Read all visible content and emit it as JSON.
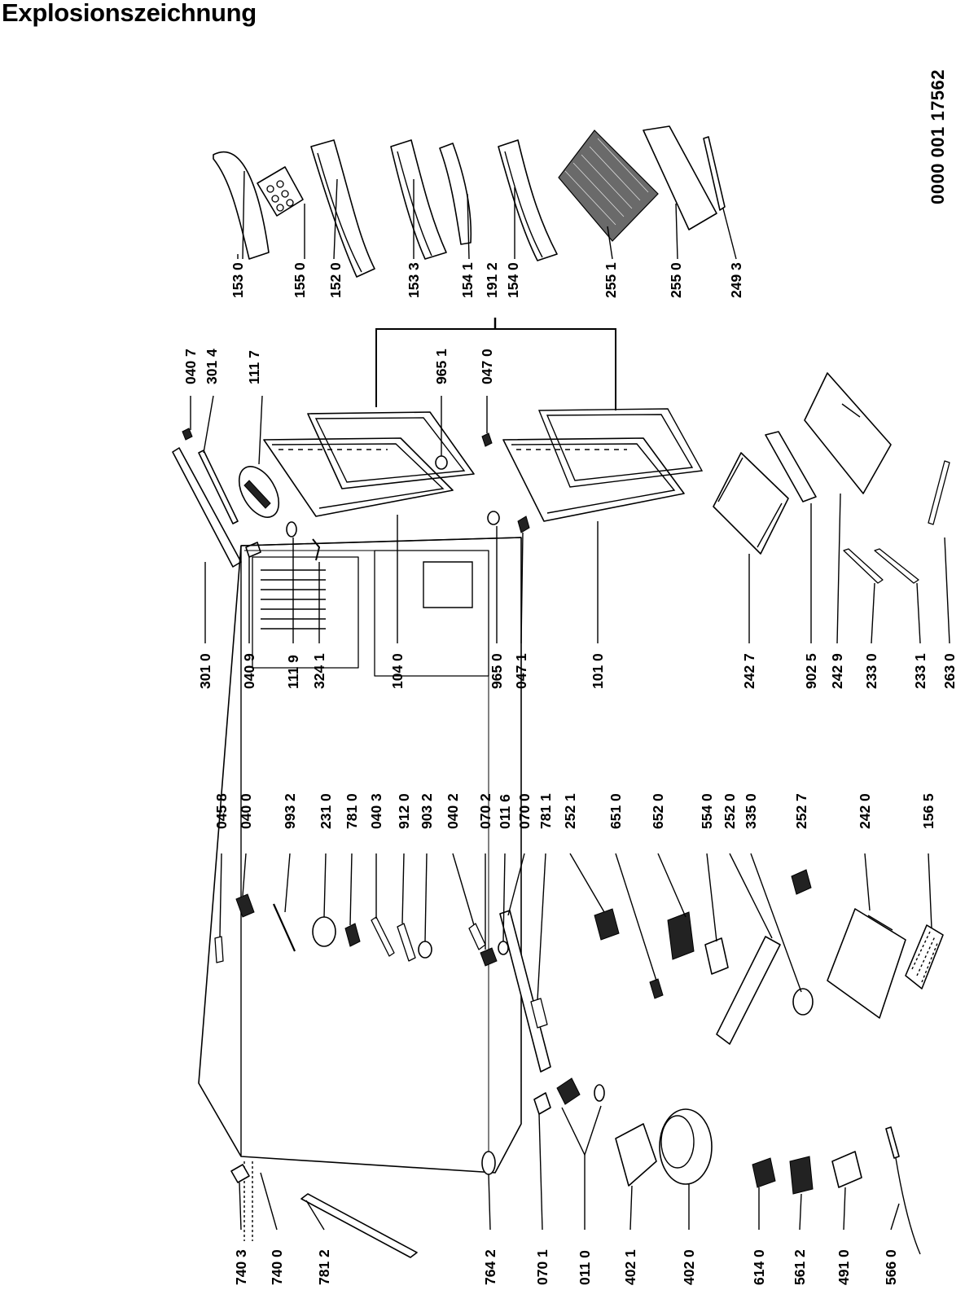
{
  "title": "Explosionszeichnung",
  "document_code": "0000 001 17562",
  "part_numbers": {
    "c1530": "153 0",
    "c1550": "155 0",
    "c1520": "152 0",
    "c1533": "153 3",
    "c1541": "154 1",
    "c1912": "191 2",
    "c1540": "154 0",
    "c2551": "255 1",
    "c2550": "255 0",
    "c2493": "249 3",
    "c0407": "040 7",
    "c3014": "301 4",
    "c1117": "111 7",
    "c9651": "965 1",
    "c0470": "047 0",
    "c3010": "301 0",
    "c0409": "040 9",
    "c1119": "111 9",
    "c3241": "324 1",
    "c1040": "104 0",
    "c9650": "965 0",
    "c0471": "047 1",
    "c1010": "101 0",
    "c2427": "242 7",
    "c9025": "902 5",
    "c2429": "242 9",
    "c2330": "233 0",
    "c2331": "233 1",
    "c2630": "263 0",
    "c0458": "045 8",
    "c0400": "040 0",
    "c9932": "993 2",
    "c2310": "231 0",
    "c7810": "781 0",
    "c0403": "040 3",
    "c9120": "912 0",
    "c9032": "903 2",
    "c0402": "040 2",
    "c0702": "070 2",
    "c0116": "011 6",
    "c0700": "070 0",
    "c7811": "781 1",
    "c2521": "252 1",
    "c6510": "651 0",
    "c6520": "652 0",
    "c5540": "554 0",
    "c2520": "252 0",
    "c3350": "335 0",
    "c2527": "252 7",
    "c2420": "242 0",
    "c1565": "156 5",
    "c7403": "740 3",
    "c7400": "740 0",
    "c7812": "781 2",
    "c7642": "764 2",
    "c0701": "070 1",
    "c0110": "011 0",
    "c4021": "402 1",
    "c4020": "402 0",
    "c6140": "614 0",
    "c5612": "561 2",
    "c4910": "491 0",
    "c5660": "566 0"
  }
}
